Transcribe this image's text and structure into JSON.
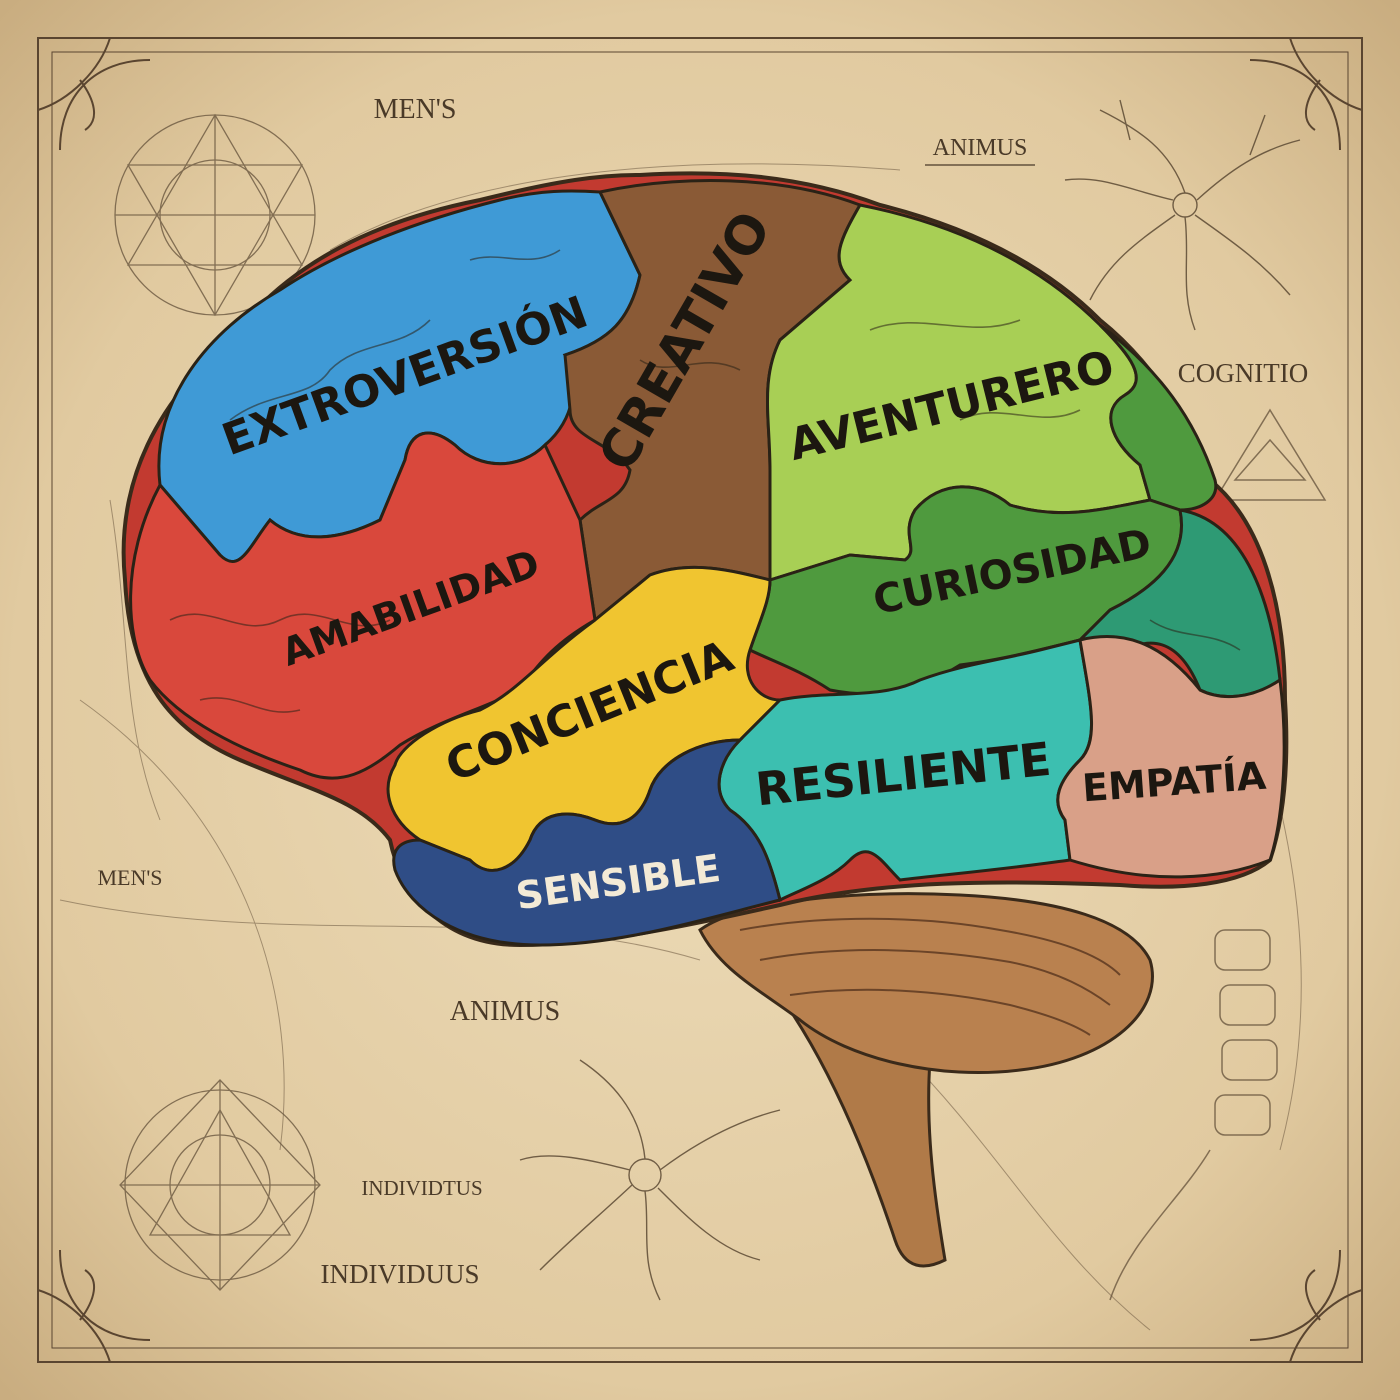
{
  "palette": {
    "paper": "#e6d2ac",
    "ink": "#3a2a1a",
    "blue": "#3f9ad6",
    "brown": "#8a5a36",
    "lightgreen": "#a8cf55",
    "green": "#4f9a3e",
    "teal": "#2e9a74",
    "red": "#d9483c",
    "yellow": "#f0c530",
    "navy": "#2f4d86",
    "cyan": "#3cbfb0",
    "peach": "#d9a088",
    "cerebellum": "#b9814f"
  },
  "brain_regions": [
    {
      "label": "EXTROVERSIÓN",
      "color": "blue"
    },
    {
      "label": "CREATIVO",
      "color": "brown"
    },
    {
      "label": "AVENTURERO",
      "color": "lightgreen"
    },
    {
      "label": "AMABILIDAD",
      "color": "red"
    },
    {
      "label": "CURIOSIDAD",
      "color": "green"
    },
    {
      "label": "CONCIENCIA",
      "color": "yellow"
    },
    {
      "label": "RESILIENTE",
      "color": "cyan"
    },
    {
      "label": "EMPATÍA",
      "color": "peach"
    },
    {
      "label": "SENSIBLE",
      "color": "navy"
    }
  ],
  "annotations": [
    "MEN'S",
    "ANIMUS",
    "COGNITIO",
    "MEN'S",
    "ANIMUS",
    "INDIVIDTUS",
    "INDIVIDUUS"
  ]
}
